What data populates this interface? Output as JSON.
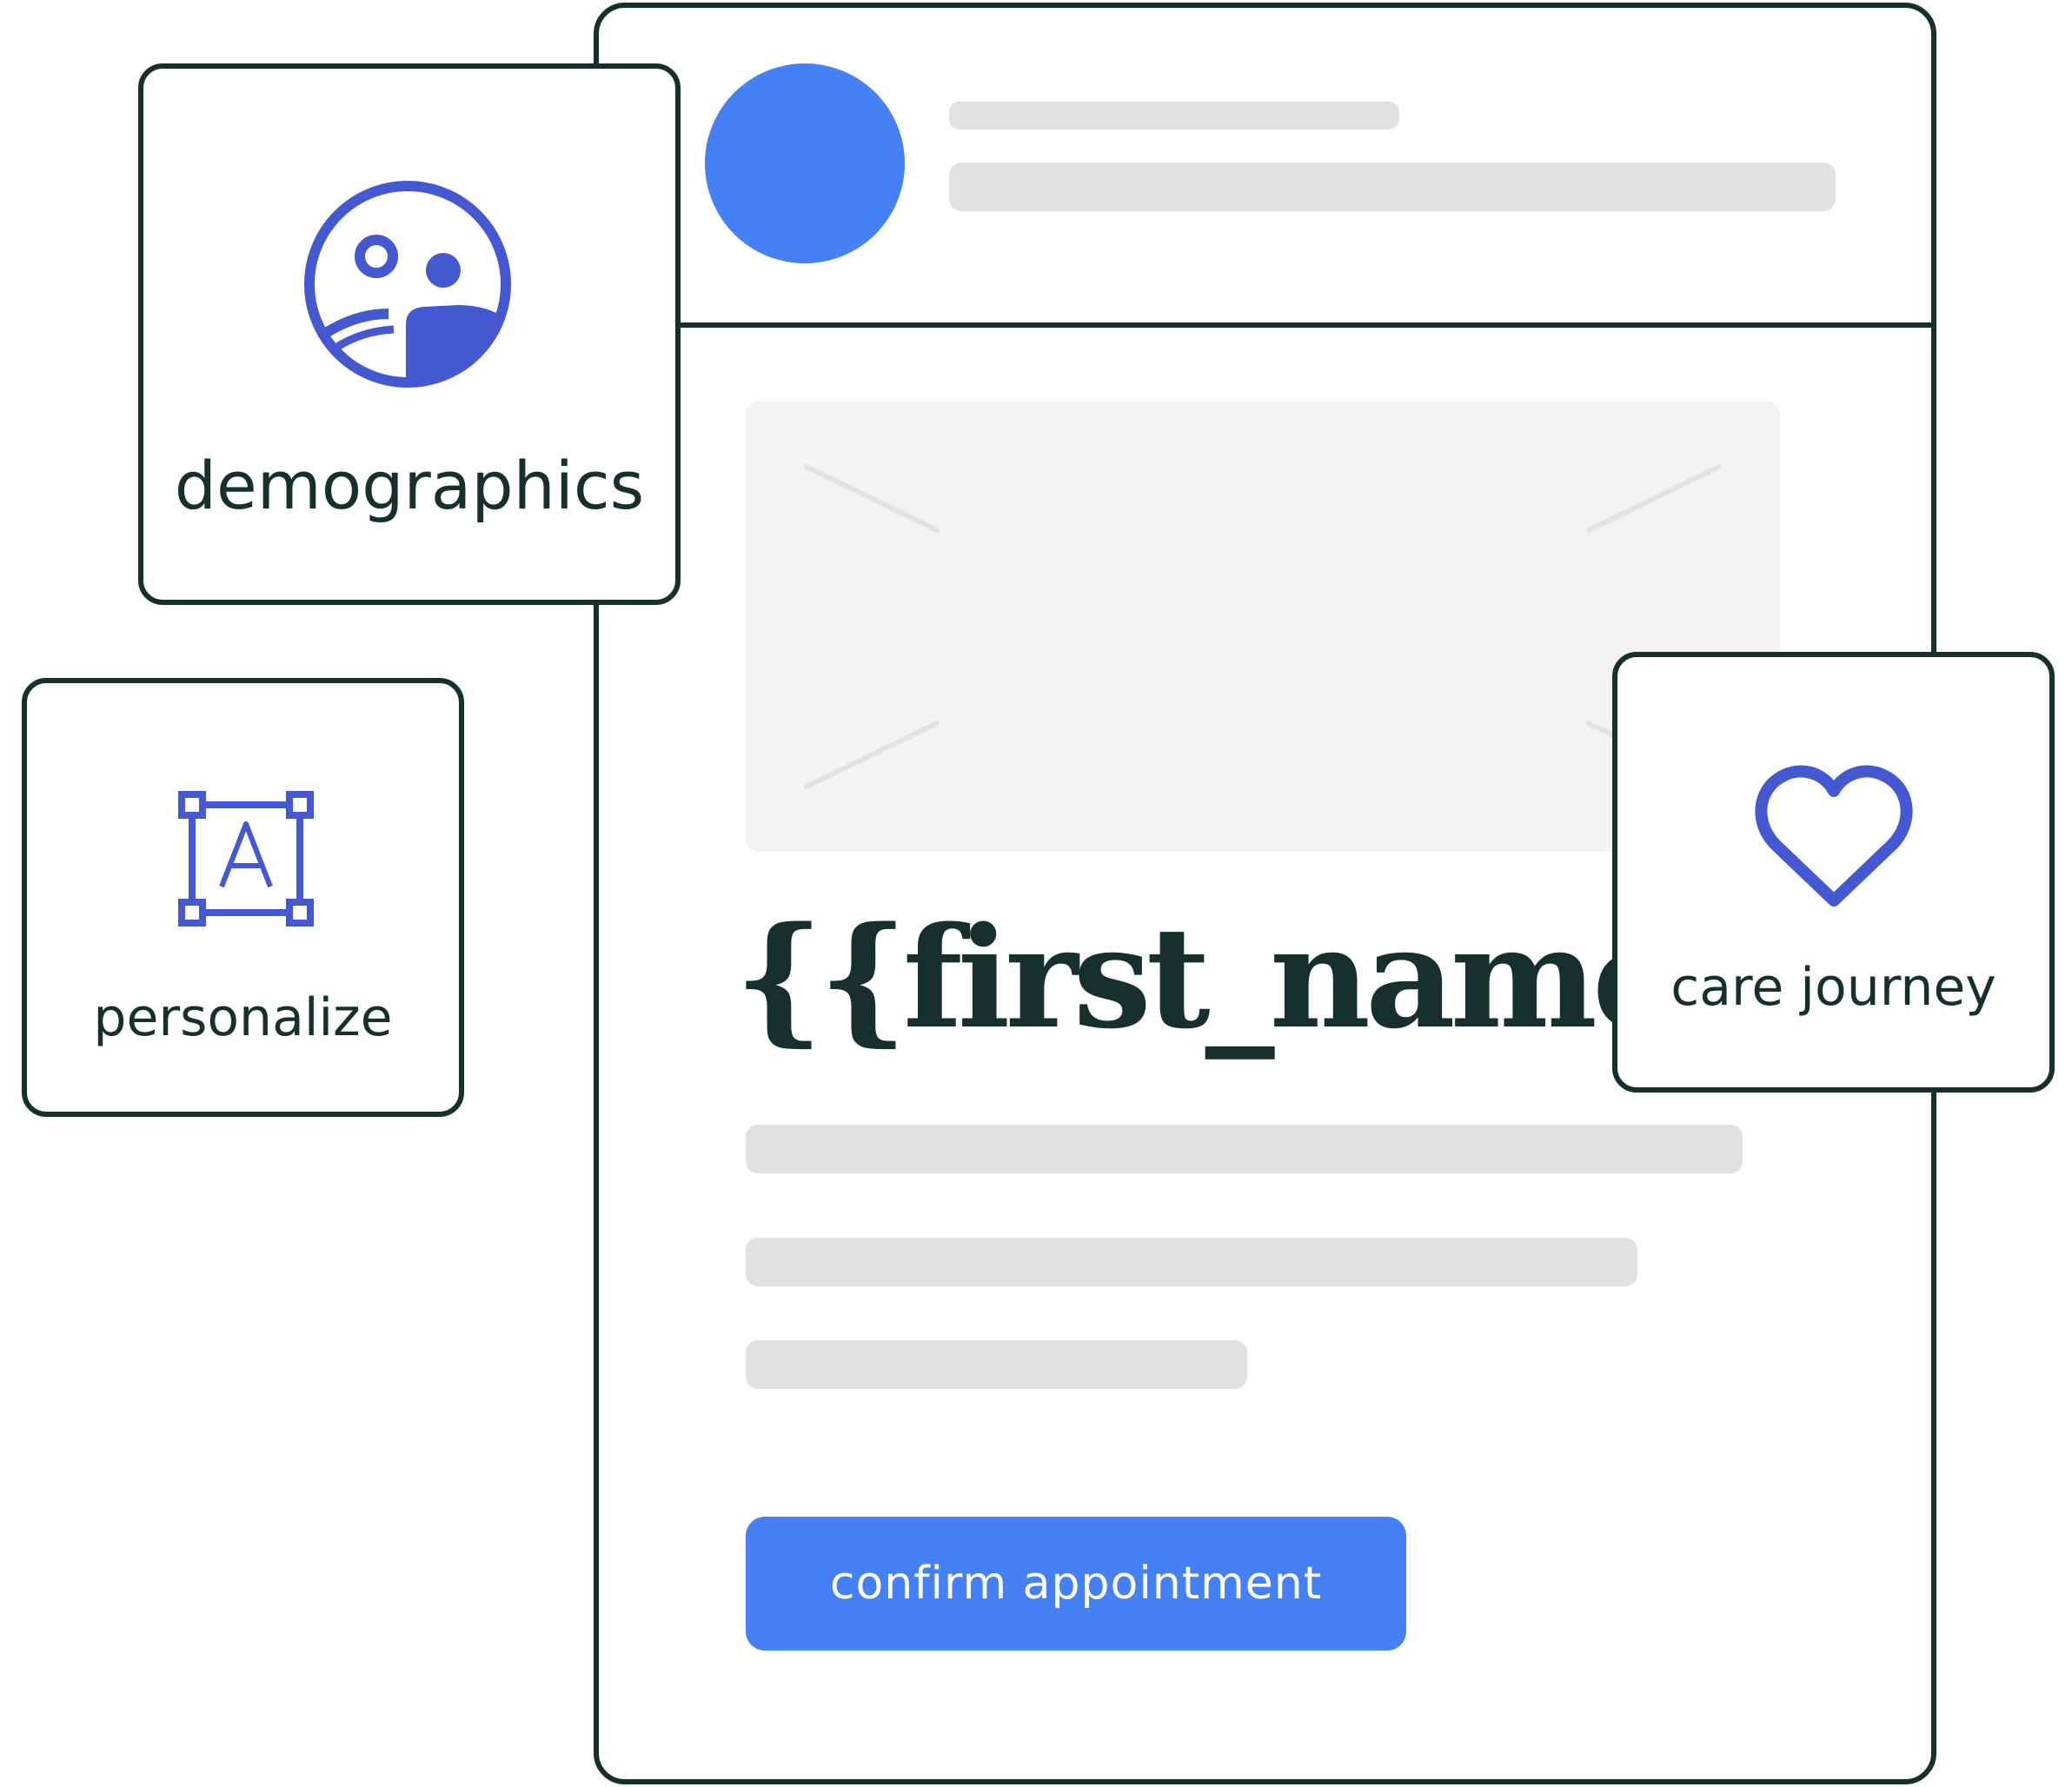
{
  "colors": {
    "accent_blue": "#4580f7",
    "icon_indigo": "#4358d1",
    "outline_dark": "#17302e",
    "placeholder_gray": "#e1e1e1",
    "image_placeholder": "#f3f3f3",
    "image_lines": "#e2e2e2"
  },
  "email": {
    "greeting": "{{first_name}}",
    "cta_label": "confirm appointment",
    "avatar": "avatar-circle",
    "hero_icon": "image-placeholder"
  },
  "tiles": {
    "demographics": {
      "label": "demographics",
      "icon": "people-icon"
    },
    "personalize": {
      "label": "personalize",
      "icon": "text-box-icon"
    },
    "care_journey": {
      "label": "care journey",
      "icon": "heart-icon"
    }
  }
}
